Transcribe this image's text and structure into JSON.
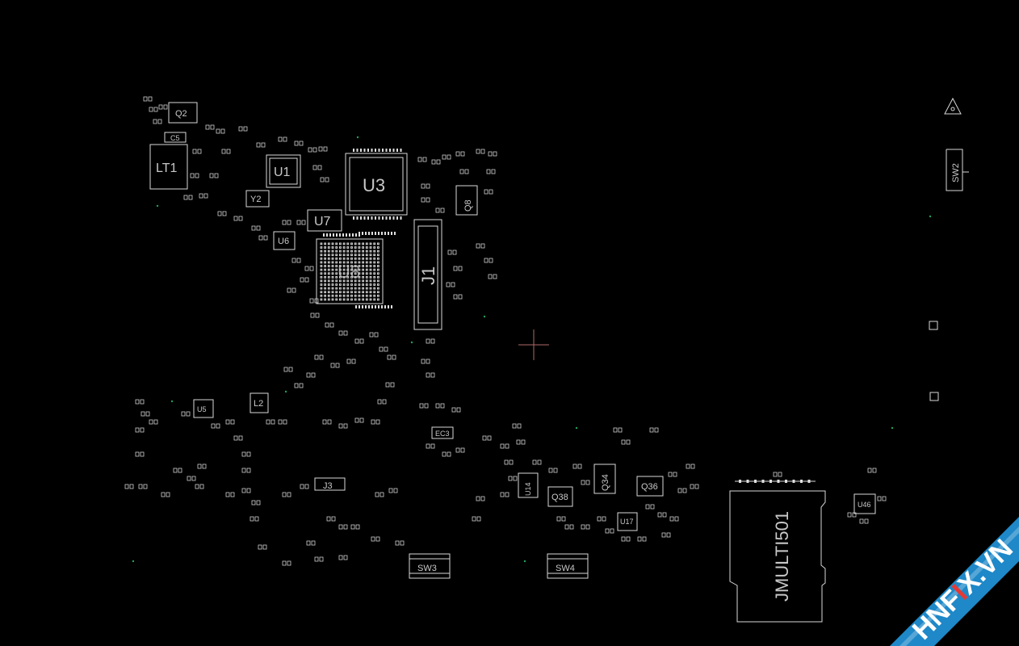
{
  "viewer": {
    "background_color": "#000000",
    "outline_color": "#d8d8d8",
    "via_color": "#1fa35a",
    "cursor_color": "#b06868"
  },
  "components": {
    "LT1": "LT1",
    "Q2": "Q2",
    "C5": "C5",
    "Y2": "Y2",
    "U1": "U1",
    "U3": "U3",
    "U7": "U7",
    "U6": "U6",
    "U8": "U8",
    "J1": "J1",
    "Q8": "Q8",
    "SW2": "SW2",
    "U5": "U5",
    "L2": "L2",
    "EC3": "EC3",
    "J3": "J3",
    "SW3": "SW3",
    "SW4": "SW4",
    "U14": "U14",
    "Q38": "Q38",
    "Q34": "Q34",
    "Q36": "Q36",
    "U17": "U17",
    "JMULTI501": "JMULTI501",
    "U46": "U46"
  },
  "watermark": {
    "prefix": "HNF",
    "accent": "I",
    "suffix": "X.VN",
    "band_color": "#1e88c8",
    "accent_color": "#e53935"
  }
}
